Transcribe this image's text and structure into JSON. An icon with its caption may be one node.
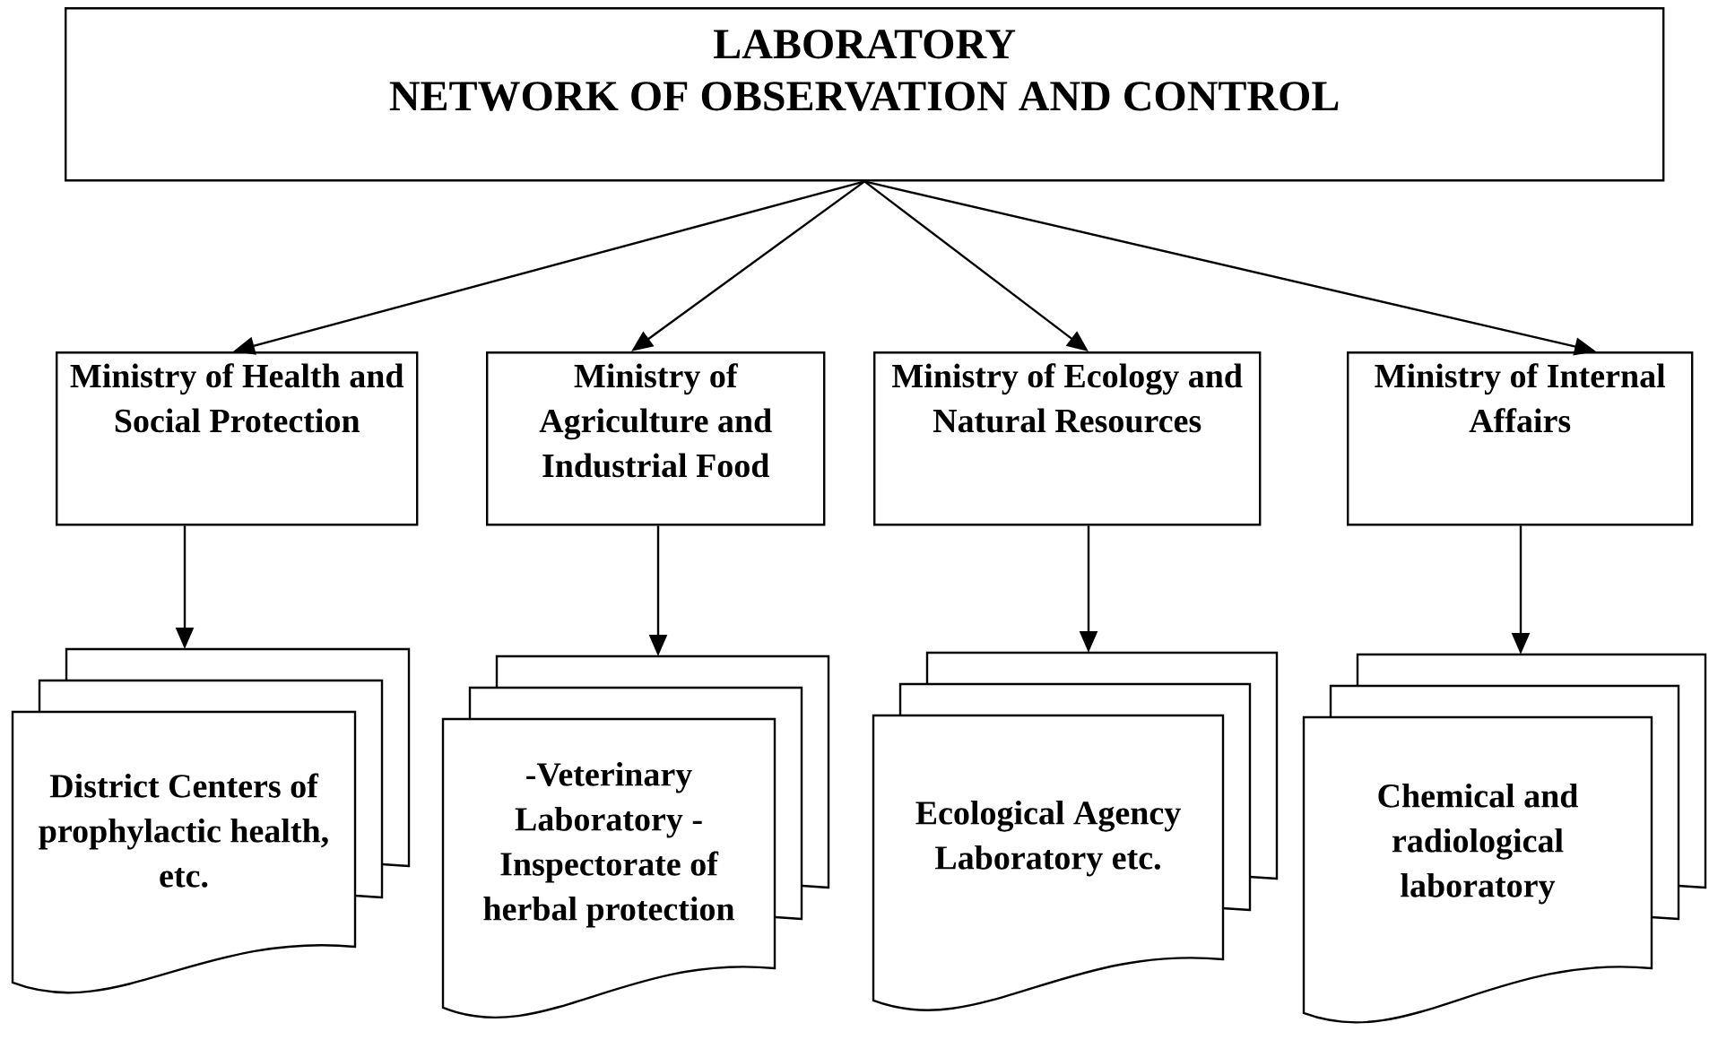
{
  "diagram": {
    "nodes": [
      {
        "text": [
          "LABORATORY",
          "NETWORK OF OBSERVATION AND CONTROL"
        ]
      },
      {
        "text": [
          "Ministry of Health and Social Protection"
        ]
      },
      {
        "text": [
          "Ministry of Agriculture and Industrial Food"
        ]
      },
      {
        "text": [
          "Ministry of Ecology and Natural Resources"
        ]
      },
      {
        "text": [
          "Ministry of Internal Affairs"
        ]
      },
      {
        "text": [
          "District Centers of prophylactic health, etc."
        ]
      },
      {
        "text": [
          "-Veterinary Laboratory - Inspectorate of herbal protection"
        ]
      },
      {
        "text": [
          "Ecological Agency Laboratory etc."
        ]
      },
      {
        "text": [
          "Chemical and radiological laboratory"
        ]
      }
    ],
    "edges": [
      {
        "from": 0,
        "to": 1,
        "arrow": "to"
      },
      {
        "from": 0,
        "to": 2,
        "arrow": "to"
      },
      {
        "from": 0,
        "to": 3,
        "arrow": "to"
      },
      {
        "from": 0,
        "to": 4,
        "arrow": "to"
      },
      {
        "from": 1,
        "to": 5,
        "arrow": "to"
      },
      {
        "from": 2,
        "to": 6,
        "arrow": "to"
      },
      {
        "from": 3,
        "to": 7,
        "arrow": "to"
      },
      {
        "from": 4,
        "to": 8,
        "arrow": "to"
      }
    ]
  }
}
